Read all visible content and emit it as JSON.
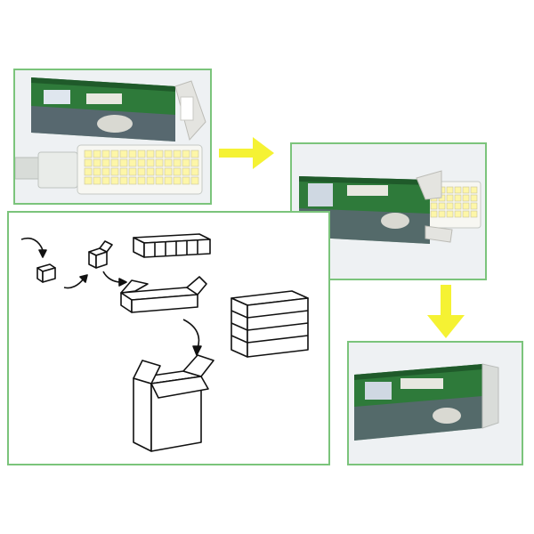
{
  "colors": {
    "panel_border": "#7bc47b",
    "box_green": "#2e7a3a",
    "box_purple": "#7a5a9a",
    "arrow_yellow": "#f5f233",
    "led_yellow": "#fdf6a8"
  },
  "icons": [
    "led-lamp",
    "product-box",
    "flow-arrow",
    "carton"
  ]
}
